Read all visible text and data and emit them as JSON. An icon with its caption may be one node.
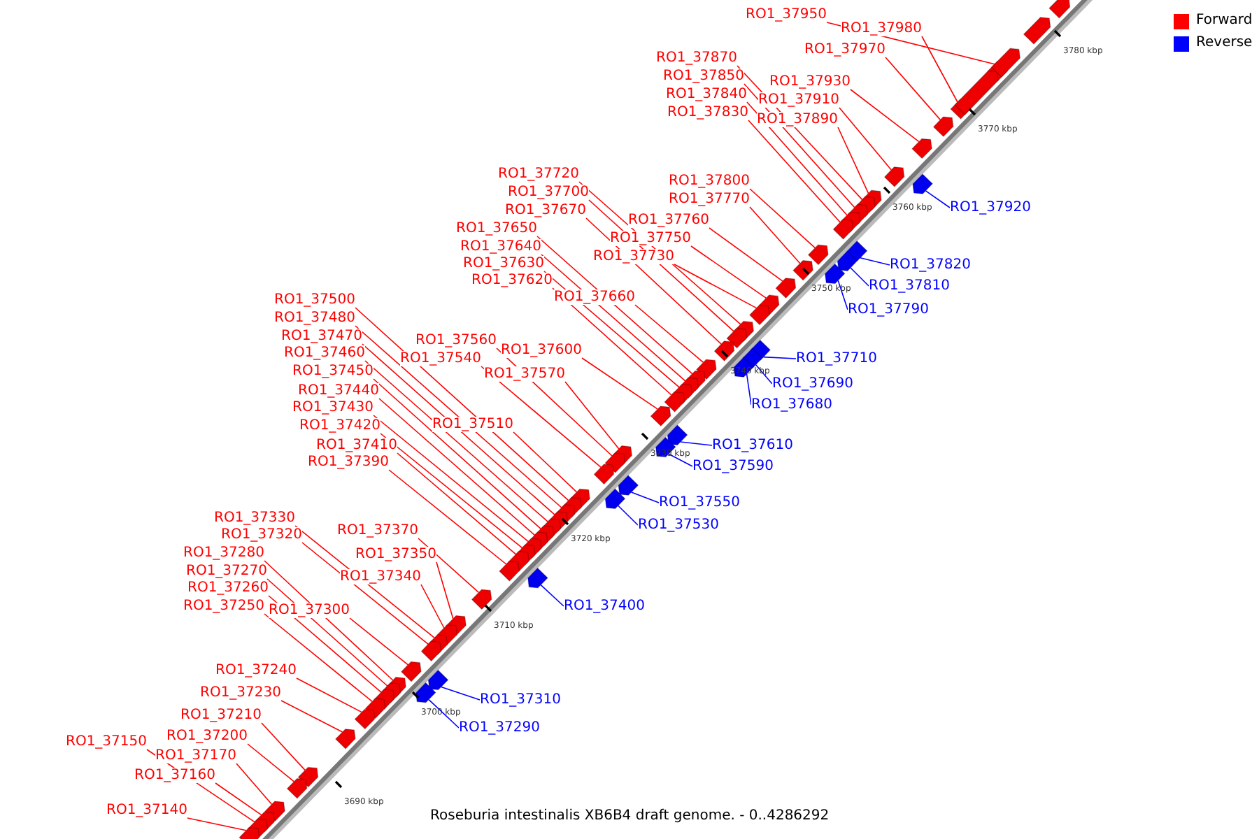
{
  "diagram": {
    "caption": "Roseburia intestinalis XB6B4 draft genome. - 0..4286292",
    "nodes": [
      {
        "text": [
          "RO1_37950"
        ]
      },
      {
        "text": [
          "RO1_37980"
        ]
      },
      {
        "text": [
          "RO1_37970"
        ]
      },
      {
        "text": [
          "RO1_37930"
        ]
      },
      {
        "text": [
          "RO1_37910"
        ]
      },
      {
        "text": [
          "RO1_37890"
        ]
      },
      {
        "text": [
          "RO1_37870"
        ]
      },
      {
        "text": [
          "RO1_37850"
        ]
      },
      {
        "text": [
          "RO1_37840"
        ]
      },
      {
        "text": [
          "RO1_37830"
        ]
      },
      {
        "text": [
          "RO1_37800"
        ]
      },
      {
        "text": [
          "RO1_37770"
        ]
      },
      {
        "text": [
          "RO1_37760"
        ]
      },
      {
        "text": [
          "RO1_37750"
        ]
      },
      {
        "text": [
          "RO1_37730"
        ]
      },
      {
        "text": [
          "RO1_37720"
        ]
      },
      {
        "text": [
          "RO1_37700"
        ]
      },
      {
        "text": [
          "RO1_37670"
        ]
      },
      {
        "text": [
          "RO1_37660"
        ]
      },
      {
        "text": [
          "RO1_37650"
        ]
      },
      {
        "text": [
          "RO1_37640"
        ]
      },
      {
        "text": [
          "RO1_37630"
        ]
      },
      {
        "text": [
          "RO1_37620"
        ]
      },
      {
        "text": [
          "RO1_37600"
        ]
      },
      {
        "text": [
          "RO1_37570"
        ]
      },
      {
        "text": [
          "RO1_37560"
        ]
      },
      {
        "text": [
          "RO1_37540"
        ]
      },
      {
        "text": [
          "RO1_37510"
        ]
      },
      {
        "text": [
          "RO1_37500"
        ]
      },
      {
        "text": [
          "RO1_37480"
        ]
      },
      {
        "text": [
          "RO1_37470"
        ]
      },
      {
        "text": [
          "RO1_37460"
        ]
      },
      {
        "text": [
          "RO1_37450"
        ]
      },
      {
        "text": [
          "RO1_37440"
        ]
      },
      {
        "text": [
          "RO1_37430"
        ]
      },
      {
        "text": [
          "RO1_37420"
        ]
      },
      {
        "text": [
          "RO1_37410"
        ]
      },
      {
        "text": [
          "RO1_37390"
        ]
      },
      {
        "text": [
          "RO1_37370"
        ]
      },
      {
        "text": [
          "RO1_37350"
        ]
      },
      {
        "text": [
          "RO1_37340"
        ]
      },
      {
        "text": [
          "RO1_37330"
        ]
      },
      {
        "text": [
          "RO1_37320"
        ]
      },
      {
        "text": [
          "RO1_37300"
        ]
      },
      {
        "text": [
          "RO1_37280"
        ]
      },
      {
        "text": [
          "RO1_37270"
        ]
      },
      {
        "text": [
          "RO1_37260"
        ]
      },
      {
        "text": [
          "RO1_37250"
        ]
      },
      {
        "text": [
          "RO1_37240"
        ]
      },
      {
        "text": [
          "RO1_37230"
        ]
      },
      {
        "text": [
          "RO1_37210"
        ]
      },
      {
        "text": [
          "RO1_37200"
        ]
      },
      {
        "text": [
          "RO1_37170"
        ]
      },
      {
        "text": [
          "RO1_37160"
        ]
      },
      {
        "text": [
          "RO1_37150"
        ]
      },
      {
        "text": [
          "RO1_37140"
        ]
      },
      {
        "text": [
          "RO1_37920"
        ]
      },
      {
        "text": [
          "RO1_37820"
        ]
      },
      {
        "text": [
          "RO1_37810"
        ]
      },
      {
        "text": [
          "RO1_37790"
        ]
      },
      {
        "text": [
          "RO1_37710"
        ]
      },
      {
        "text": [
          "RO1_37690"
        ]
      },
      {
        "text": [
          "RO1_37680"
        ]
      },
      {
        "text": [
          "RO1_37610"
        ]
      },
      {
        "text": [
          "RO1_37590"
        ]
      },
      {
        "text": [
          "RO1_37550"
        ]
      },
      {
        "text": [
          "RO1_37530"
        ]
      },
      {
        "text": [
          "RO1_37400"
        ]
      },
      {
        "text": [
          "RO1_37310"
        ]
      },
      {
        "text": [
          "RO1_37290"
        ]
      },
      {
        "text": [],
        "shape": "arrow"
      },
      {
        "text": [],
        "shape": "arrow"
      },
      {
        "text": [],
        "shape": "arrow"
      },
      {
        "text": [],
        "shape": "arrow"
      },
      {
        "text": [],
        "shape": "arrow"
      },
      {
        "text": [],
        "shape": "arrow"
      },
      {
        "text": [],
        "shape": "arrow"
      },
      {
        "text": [],
        "shape": "arrow"
      },
      {
        "text": [],
        "shape": "arrow"
      },
      {
        "text": [],
        "shape": "arrow"
      },
      {
        "text": [],
        "shape": "arrow"
      },
      {
        "text": [],
        "shape": "arrow"
      },
      {
        "text": [],
        "shape": "arrow"
      },
      {
        "text": [],
        "shape": "arrow"
      },
      {
        "text": [],
        "shape": "arrow"
      },
      {
        "text": [],
        "shape": "arrow"
      },
      {
        "text": [],
        "shape": "arrow"
      },
      {
        "text": [],
        "shape": "arrow"
      },
      {
        "text": [],
        "shape": "arrow"
      },
      {
        "text": [],
        "shape": "arrow"
      },
      {
        "text": [],
        "shape": "arrow"
      },
      {
        "text": [],
        "shape": "arrow"
      },
      {
        "text": [],
        "shape": "arrow"
      },
      {
        "text": [],
        "shape": "arrow"
      },
      {
        "text": [],
        "shape": "arrow"
      },
      {
        "text": [],
        "shape": "arrow"
      },
      {
        "text": [],
        "shape": "arrow"
      },
      {
        "text": [],
        "shape": "arrow"
      },
      {
        "text": [],
        "shape": "arrow"
      },
      {
        "text": [],
        "shape": "arrow"
      },
      {
        "text": [],
        "shape": "arrow"
      },
      {
        "text": [],
        "shape": "arrow"
      },
      {
        "text": [],
        "shape": "arrow"
      },
      {
        "text": [],
        "shape": "arrow"
      },
      {
        "text": [],
        "shape": "arrow"
      },
      {
        "text": [],
        "shape": "arrow"
      },
      {
        "text": [],
        "shape": "arrow"
      },
      {
        "text": [],
        "shape": "arrow"
      },
      {
        "text": [],
        "shape": "arrow"
      },
      {
        "text": [],
        "shape": "arrow"
      },
      {
        "text": [],
        "shape": "arrow"
      },
      {
        "text": [],
        "shape": "arrow"
      },
      {
        "text": [],
        "shape": "arrow"
      },
      {
        "text": [],
        "shape": "arrow"
      },
      {
        "text": [],
        "shape": "arrow"
      },
      {
        "text": [],
        "shape": "arrow"
      },
      {
        "text": [],
        "shape": "arrow"
      },
      {
        "text": [],
        "shape": "arrow"
      },
      {
        "text": [],
        "shape": "arrow"
      },
      {
        "text": [],
        "shape": "arrow"
      },
      {
        "text": [],
        "shape": "arrow"
      },
      {
        "text": [],
        "shape": "arrow"
      },
      {
        "text": [],
        "shape": "arrow"
      },
      {
        "text": [],
        "shape": "arrow"
      },
      {
        "text": [],
        "shape": "arrow"
      },
      {
        "text": [],
        "shape": "arrow"
      },
      {
        "text": [],
        "shape": "arrow"
      },
      {
        "text": [],
        "shape": "arrow"
      },
      {
        "text": [],
        "shape": "arrow"
      },
      {
        "text": [],
        "shape": "arrow"
      },
      {
        "text": [],
        "shape": "arrow"
      },
      {
        "text": [],
        "shape": "arrow"
      },
      {
        "text": [],
        "shape": "arrow"
      },
      {
        "text": [],
        "shape": "arrow"
      },
      {
        "text": [],
        "shape": "arrow"
      },
      {
        "text": [],
        "shape": "arrow"
      },
      {
        "text": [],
        "shape": "arrow"
      },
      {
        "text": [],
        "shape": "arrow"
      },
      {
        "text": [],
        "shape": "arrow"
      },
      {
        "text": [],
        "shape": "arrow"
      },
      {
        "text": [],
        "shape": "arrow"
      },
      {
        "text": [],
        "shape": "arrow"
      },
      {
        "text": [],
        "shape": "arrow"
      },
      {
        "text": [],
        "shape": "arrow"
      }
    ],
    "edges": [
      {
        "from": 0,
        "to": 70,
        "arrow": "none"
      },
      {
        "from": 1,
        "to": 71,
        "arrow": "none"
      },
      {
        "from": 2,
        "to": 72,
        "arrow": "none"
      },
      {
        "from": 3,
        "to": 73,
        "arrow": "none"
      },
      {
        "from": 4,
        "to": 74,
        "arrow": "none"
      },
      {
        "from": 5,
        "to": 75,
        "arrow": "none"
      },
      {
        "from": 6,
        "to": 76,
        "arrow": "none"
      },
      {
        "from": 7,
        "to": 77,
        "arrow": "none"
      },
      {
        "from": 8,
        "to": 78,
        "arrow": "none"
      },
      {
        "from": 9,
        "to": 79,
        "arrow": "none"
      },
      {
        "from": 10,
        "to": 80,
        "arrow": "none"
      },
      {
        "from": 11,
        "to": 81,
        "arrow": "none"
      },
      {
        "from": 12,
        "to": 82,
        "arrow": "none"
      },
      {
        "from": 13,
        "to": 83,
        "arrow": "none"
      },
      {
        "from": 14,
        "to": 84,
        "arrow": "none"
      },
      {
        "from": 15,
        "to": 85,
        "arrow": "none"
      },
      {
        "from": 16,
        "to": 86,
        "arrow": "none"
      },
      {
        "from": 17,
        "to": 87,
        "arrow": "none"
      },
      {
        "from": 18,
        "to": 88,
        "arrow": "none"
      },
      {
        "from": 19,
        "to": 89,
        "arrow": "none"
      },
      {
        "from": 20,
        "to": 90,
        "arrow": "none"
      },
      {
        "from": 21,
        "to": 91,
        "arrow": "none"
      },
      {
        "from": 22,
        "to": 92,
        "arrow": "none"
      },
      {
        "from": 23,
        "to": 93,
        "arrow": "none"
      },
      {
        "from": 24,
        "to": 94,
        "arrow": "none"
      },
      {
        "from": 25,
        "to": 95,
        "arrow": "none"
      },
      {
        "from": 26,
        "to": 96,
        "arrow": "none"
      },
      {
        "from": 27,
        "to": 97,
        "arrow": "none"
      },
      {
        "from": 28,
        "to": 98,
        "arrow": "none"
      },
      {
        "from": 29,
        "to": 99,
        "arrow": "none"
      },
      {
        "from": 30,
        "to": 100,
        "arrow": "none"
      },
      {
        "from": 31,
        "to": 101,
        "arrow": "none"
      },
      {
        "from": 32,
        "to": 102,
        "arrow": "none"
      },
      {
        "from": 33,
        "to": 103,
        "arrow": "none"
      },
      {
        "from": 34,
        "to": 104,
        "arrow": "none"
      },
      {
        "from": 35,
        "to": 105,
        "arrow": "none"
      },
      {
        "from": 36,
        "to": 106,
        "arrow": "none"
      },
      {
        "from": 37,
        "to": 107,
        "arrow": "none"
      },
      {
        "from": 38,
        "to": 108,
        "arrow": "none"
      },
      {
        "from": 39,
        "to": 109,
        "arrow": "none"
      },
      {
        "from": 40,
        "to": 110,
        "arrow": "none"
      },
      {
        "from": 41,
        "to": 111,
        "arrow": "none"
      },
      {
        "from": 42,
        "to": 112,
        "arrow": "none"
      },
      {
        "from": 43,
        "to": 113,
        "arrow": "none"
      },
      {
        "from": 44,
        "to": 114,
        "arrow": "none"
      },
      {
        "from": 45,
        "to": 115,
        "arrow": "none"
      },
      {
        "from": 46,
        "to": 116,
        "arrow": "none"
      },
      {
        "from": 47,
        "to": 117,
        "arrow": "none"
      },
      {
        "from": 48,
        "to": 118,
        "arrow": "none"
      },
      {
        "from": 49,
        "to": 119,
        "arrow": "none"
      },
      {
        "from": 50,
        "to": 120,
        "arrow": "none"
      },
      {
        "from": 51,
        "to": 121,
        "arrow": "none"
      },
      {
        "from": 52,
        "to": 122,
        "arrow": "none"
      },
      {
        "from": 53,
        "to": 123,
        "arrow": "none"
      },
      {
        "from": 54,
        "to": 124,
        "arrow": "none"
      },
      {
        "from": 55,
        "to": 125,
        "arrow": "none"
      },
      {
        "from": 56,
        "to": 126,
        "arrow": "none",
        "color": "#0000ff"
      },
      {
        "from": 57,
        "to": 127,
        "arrow": "none",
        "color": "#0000ff"
      },
      {
        "from": 58,
        "to": 128,
        "arrow": "none",
        "color": "#0000ff"
      },
      {
        "from": 59,
        "to": 129,
        "arrow": "none",
        "color": "#0000ff"
      },
      {
        "from": 60,
        "to": 130,
        "arrow": "none",
        "color": "#0000ff"
      },
      {
        "from": 61,
        "to": 131,
        "arrow": "none",
        "color": "#0000ff"
      },
      {
        "from": 62,
        "to": 132,
        "arrow": "none",
        "color": "#0000ff"
      },
      {
        "from": 63,
        "to": 133,
        "arrow": "none",
        "color": "#0000ff"
      },
      {
        "from": 64,
        "to": 134,
        "arrow": "none",
        "color": "#0000ff"
      },
      {
        "from": 65,
        "to": 135,
        "arrow": "none",
        "color": "#0000ff"
      },
      {
        "from": 66,
        "to": 136,
        "arrow": "none",
        "color": "#0000ff"
      },
      {
        "from": 67,
        "to": 137,
        "arrow": "none",
        "color": "#0000ff"
      },
      {
        "from": 68,
        "to": 138,
        "arrow": "none",
        "color": "#0000ff"
      },
      {
        "from": 69,
        "to": 139,
        "arrow": "none",
        "color": "#0000ff"
      }
    ],
    "labels": [
      "3780 kbp",
      "3770 kbp",
      "3760 kbp",
      "3750 kbp",
      "3740 kbp",
      "3730 kbp",
      "3720 kbp",
      "3710 kbp",
      "3700 kbp",
      "3690 kbp"
    ],
    "legend": [
      {
        "text": "Forward",
        "color": "#ff0000"
      },
      {
        "text": "Reverse",
        "color": "#0000ff"
      }
    ]
  }
}
